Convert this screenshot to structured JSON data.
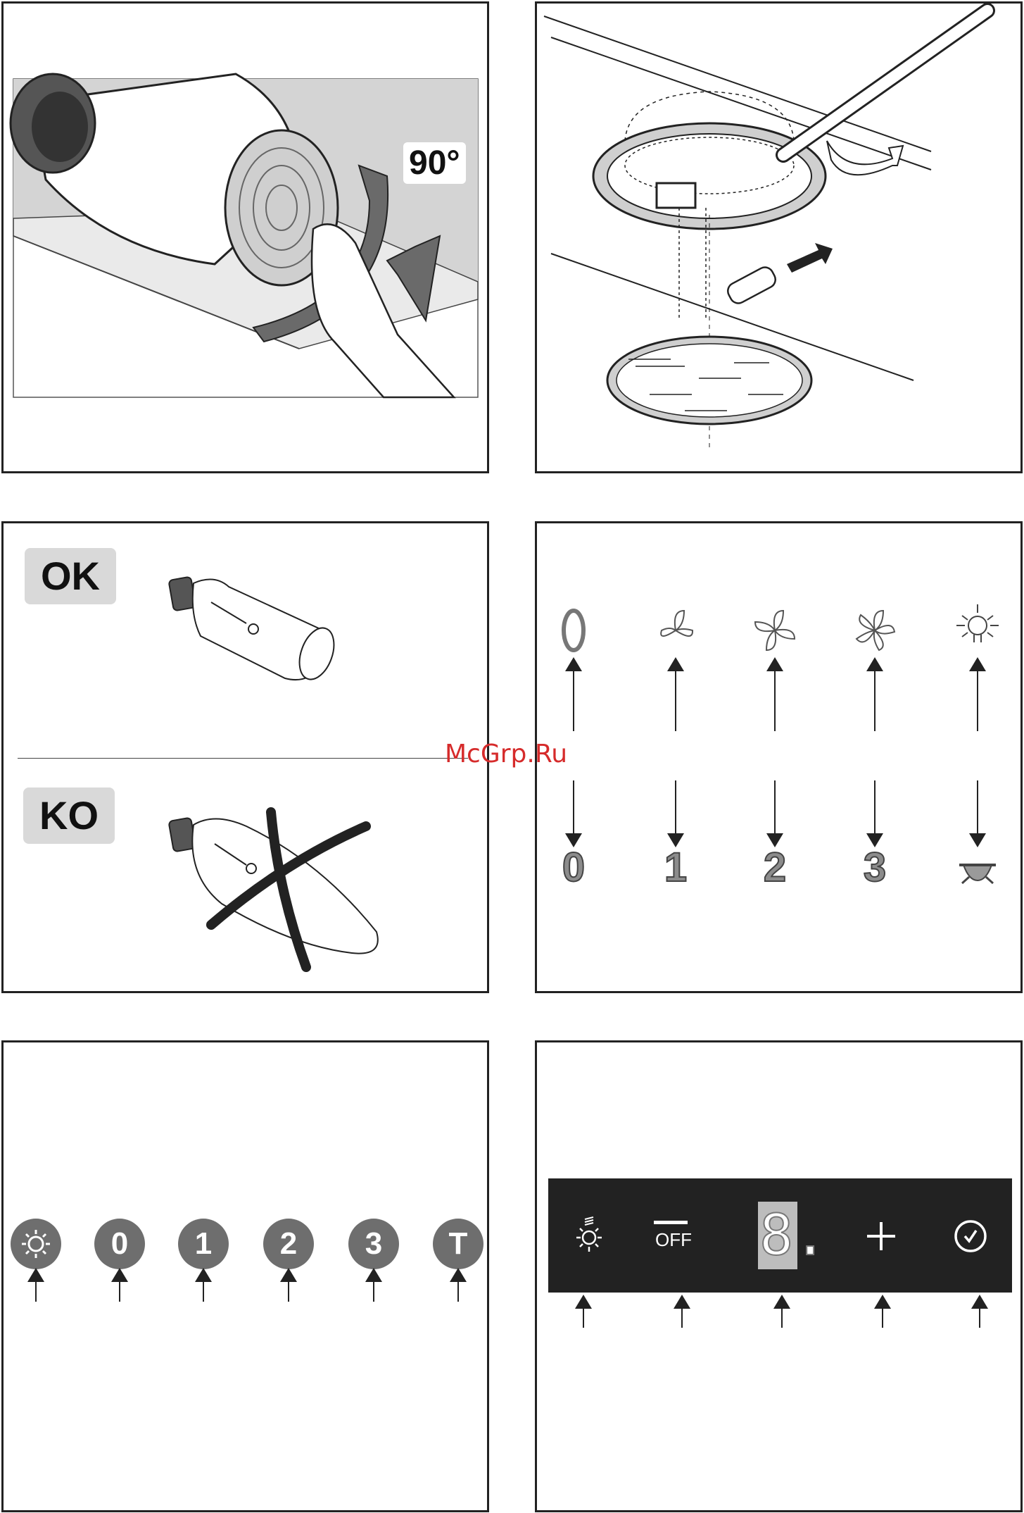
{
  "panel1": {
    "angle_label": "90°"
  },
  "panel3": {
    "ok_label": "OK",
    "ko_label": "KO"
  },
  "panel4": {
    "indicator_labels": [
      "0",
      "1",
      "2",
      "3"
    ]
  },
  "panel5": {
    "button_labels": [
      "0",
      "1",
      "2",
      "3",
      "T"
    ]
  },
  "panel6": {
    "off_label": "OFF",
    "display_digit": "8."
  },
  "watermark": "McGrp.Ru"
}
